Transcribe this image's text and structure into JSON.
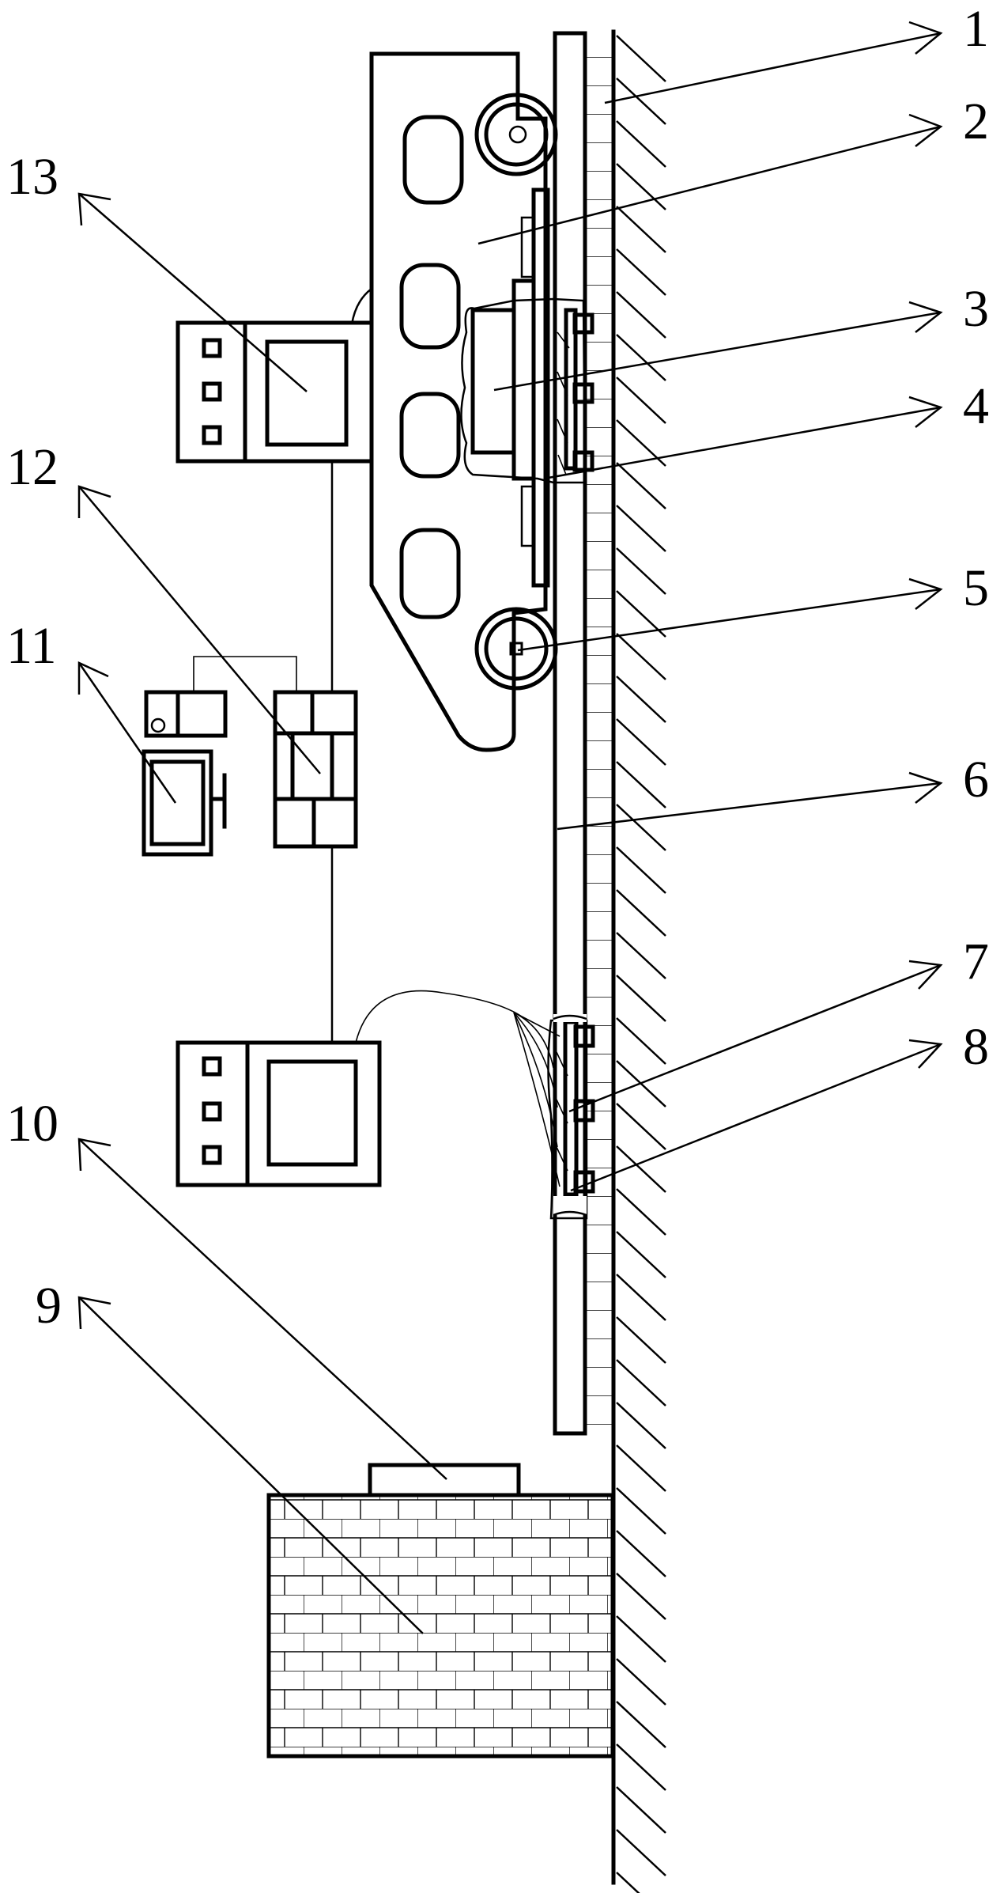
{
  "figure": {
    "callouts": [
      {
        "id": "1",
        "label": "1"
      },
      {
        "id": "2",
        "label": "2"
      },
      {
        "id": "3",
        "label": "3"
      },
      {
        "id": "4",
        "label": "4"
      },
      {
        "id": "5",
        "label": "5"
      },
      {
        "id": "6",
        "label": "6"
      },
      {
        "id": "7",
        "label": "7"
      },
      {
        "id": "8",
        "label": "8"
      },
      {
        "id": "9",
        "label": "9"
      },
      {
        "id": "10",
        "label": "10"
      },
      {
        "id": "11",
        "label": "11"
      },
      {
        "id": "12",
        "label": "12"
      },
      {
        "id": "13",
        "label": "13"
      }
    ]
  }
}
